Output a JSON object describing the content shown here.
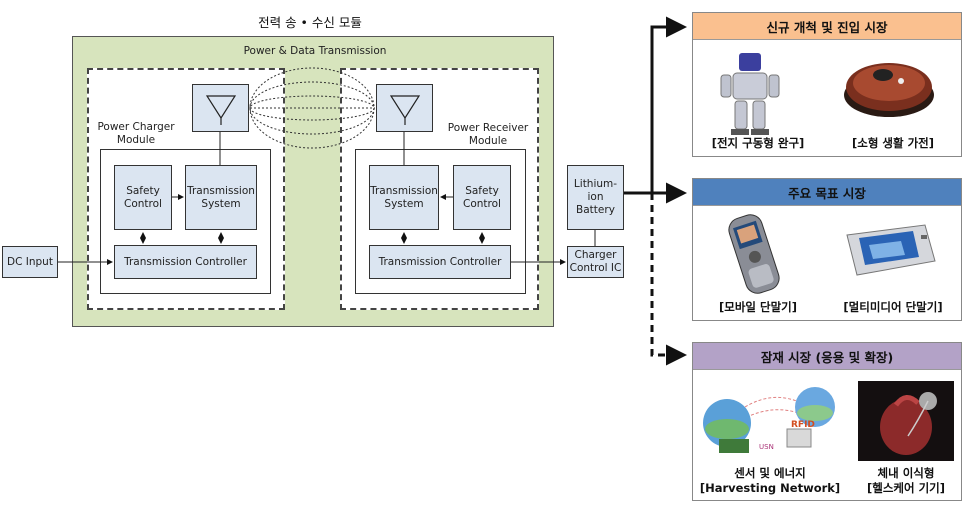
{
  "diagram": {
    "top_title": "전력 송 • 수신 모듈",
    "green_area_title": "Power & Data Transmission",
    "charger_module_label": [
      "Power Charger",
      "Module"
    ],
    "receiver_module_label": [
      "Power Receiver",
      "Module"
    ],
    "charger": {
      "safety": [
        "Safety",
        "Control"
      ],
      "transmission": [
        "Transmission",
        "System"
      ],
      "controller": "Transmission Controller"
    },
    "receiver": {
      "transmission": [
        "Transmission",
        "System"
      ],
      "safety": [
        "Safety",
        "Control"
      ],
      "controller": "Transmission Controller"
    },
    "dc_input": "DC Input",
    "battery": [
      "Lithium-",
      "ion",
      "Battery"
    ],
    "charger_ic": [
      "Charger",
      "Control IC"
    ]
  },
  "markets": [
    {
      "title": "신규 개척 및 진입 시장",
      "header_color": "#fac08f",
      "items": [
        {
          "caption": "[전지 구동형 완구]",
          "icon": "robot-toy-image"
        },
        {
          "caption": "[소형 생활 가전]",
          "icon": "robot-vacuum-image"
        }
      ]
    },
    {
      "title": "주요 목표 시장",
      "header_color": "#4f81bd",
      "items": [
        {
          "caption": "[모바일 단말기]",
          "icon": "mobile-phone-image"
        },
        {
          "caption": "[멀티미디어 단말기]",
          "icon": "multimedia-device-image"
        }
      ]
    },
    {
      "title": "잠재 시장 (응용 및 확장)",
      "header_color": "#b3a2c7",
      "items": [
        {
          "caption_lines": [
            "센서 및 에너지",
            "[Harvesting Network]"
          ],
          "icon": "sensor-network-image",
          "tags": [
            "RFID",
            "USN"
          ]
        },
        {
          "caption_lines": [
            "체내 이식형",
            "[헬스케어 기기]"
          ],
          "icon": "implant-heart-image"
        }
      ]
    }
  ]
}
